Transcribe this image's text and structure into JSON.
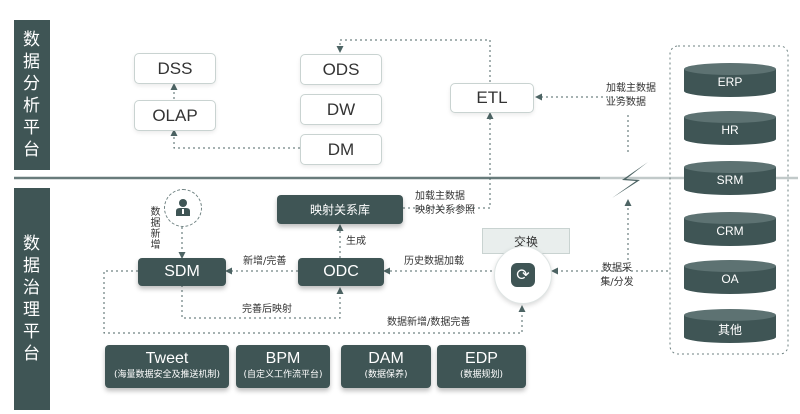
{
  "sections": {
    "analysis_label": "数据分析平台",
    "governance_label": "数据治理平台"
  },
  "analysis": {
    "dss": "DSS",
    "olap": "OLAP",
    "ods": "ODS",
    "dw": "DW",
    "dm": "DM",
    "etl": "ETL",
    "etl_note": "加载主数据\n业务数据"
  },
  "governance": {
    "mapping_db": "映射关系库",
    "mapping_note": "加载主数据\n映射关系参照",
    "sdm": "SDM",
    "odc": "ODC",
    "exchange": "交换",
    "person_note": "数据新增",
    "new_complete": "新增/完善",
    "generate": "生成",
    "history_load": "历史数据加载",
    "after_mapping": "完善后映射",
    "data_add_complete": "数据新增/数据完善",
    "collect_note": "数据采集/分发",
    "exchange_icon": "refresh-icon",
    "person_icon": "user-icon"
  },
  "systems": [
    "ERP",
    "HR",
    "SRM",
    "CRM",
    "OA",
    "其他"
  ],
  "tools": [
    {
      "name": "Tweet",
      "desc": "(海量数据安全及推送机制)"
    },
    {
      "name": "BPM",
      "desc": "(自定义工作流平台)"
    },
    {
      "name": "DAM",
      "desc": "(数据保养)"
    },
    {
      "name": "EDP",
      "desc": "(数据规划)"
    }
  ],
  "colors": {
    "primary": "#3f5555",
    "divider": "#4d6464",
    "border": "#c9d3d1"
  }
}
